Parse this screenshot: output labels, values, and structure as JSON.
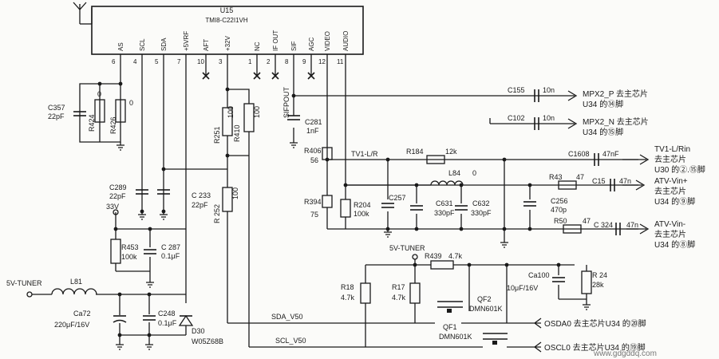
{
  "ic": {
    "ref": "U15",
    "part": "TMI8-C22I1VH",
    "pins": [
      {
        "name": "AS",
        "num": "6"
      },
      {
        "name": "SCL",
        "num": "4"
      },
      {
        "name": "SDA",
        "num": "5"
      },
      {
        "name": "+5VRF",
        "num": "7"
      },
      {
        "name": "AFT",
        "num": "10"
      },
      {
        "name": "+32V",
        "num": "3"
      },
      {
        "name": "NC",
        "num": "1"
      },
      {
        "name": "IF OUT",
        "num": "2"
      },
      {
        "name": "SIF",
        "num": "8"
      },
      {
        "name": "AGC",
        "num": "9"
      },
      {
        "name": "VIDEO",
        "num": "12"
      },
      {
        "name": "AUDIO",
        "num": "11"
      }
    ]
  },
  "labels": {
    "c357": "C357",
    "c357v": "22pF",
    "r424": "R424",
    "r424v": "0",
    "r426": "R426",
    "r426v": "0",
    "r251": "R251",
    "r251v": "100",
    "r410": "R410",
    "r410v": "100",
    "sifpout": "SIFPOUT",
    "c281": "C281",
    "c281v": "1nF",
    "c155": "C155",
    "c155v": "10n",
    "mpx2p": "MPX2_P 去主芯片",
    "mpx2p2": "U34 的⑭脚",
    "c102": "C102",
    "c102v": "10n",
    "mpx2n": "MPX2_N 去主芯片",
    "mpx2n2": "U34 的⑮脚",
    "r406": "R406",
    "r406v": "56",
    "tv1": "TV1-L/R",
    "r184": "R184",
    "r184v": "12k",
    "c1608": "C1608",
    "c1608v": "47nF",
    "tvout": "TV1-L/Rin",
    "tvout2": "去主芯片",
    "tvout3": "U30 的②.⑮脚",
    "l84": "L84",
    "l84v": "0",
    "r43": "R43",
    "r43v": "47",
    "c15": "C15",
    "c15v": "47n",
    "atvvinp": "ATV-Vin+",
    "atvvinp2": "去主芯片",
    "atvvinp3": "U34 的⑨脚",
    "c289": "C289",
    "c289v": "22pF",
    "c233": "C 233",
    "c233v": "22pF",
    "r252": "R 252",
    "r252v": "100",
    "r394": "R394",
    "r394v": "75",
    "r204": "R204",
    "r204v": "100k",
    "c257": "C257",
    "c631": "C631",
    "c631v": "330pF",
    "c632": "C632",
    "c632v": "330pF",
    "c256": "C256",
    "c256v": "470p",
    "r50": "R50",
    "r50v": "47",
    "c324": "C 324",
    "c324v": "47n",
    "atvvinn": "ATV-Vin-",
    "atvvinn2": "去主芯片",
    "atvvinn3": "U34 的⑧脚",
    "v33": "33V",
    "r453": "R453",
    "r453v": "100k",
    "c287": "C 287",
    "c287v": "0.1μF",
    "tuner1": "5V-TUNER",
    "tuner2": "5V-TUNER",
    "r439": "R439",
    "r439v": "4.7k",
    "r18": "R18",
    "r18v": "4.7k",
    "r17": "R17",
    "r17v": "4.7k",
    "ca100": "Ca100",
    "ca100v": "10μF/16V",
    "r24": "R 24",
    "r24v": "28k",
    "l81": "L81",
    "ca72": "Ca72",
    "ca72v": "220μF/16V",
    "c248": "C248",
    "c248v": "0.1μF",
    "d30": "D30",
    "d30v": "W05Z68B",
    "qf2": "QF2",
    "qf2v": "DMN601K",
    "qf1": "QF1",
    "qf1v": "DMN601K",
    "sda": "SDA_V50",
    "scl": "SCL_V50",
    "osda": "OSDA0 去主芯片U34 的⑳脚",
    "oscl": "OSCL0 去主芯片U34 的⑲脚",
    "watermark": "www.gdgddq.com"
  }
}
